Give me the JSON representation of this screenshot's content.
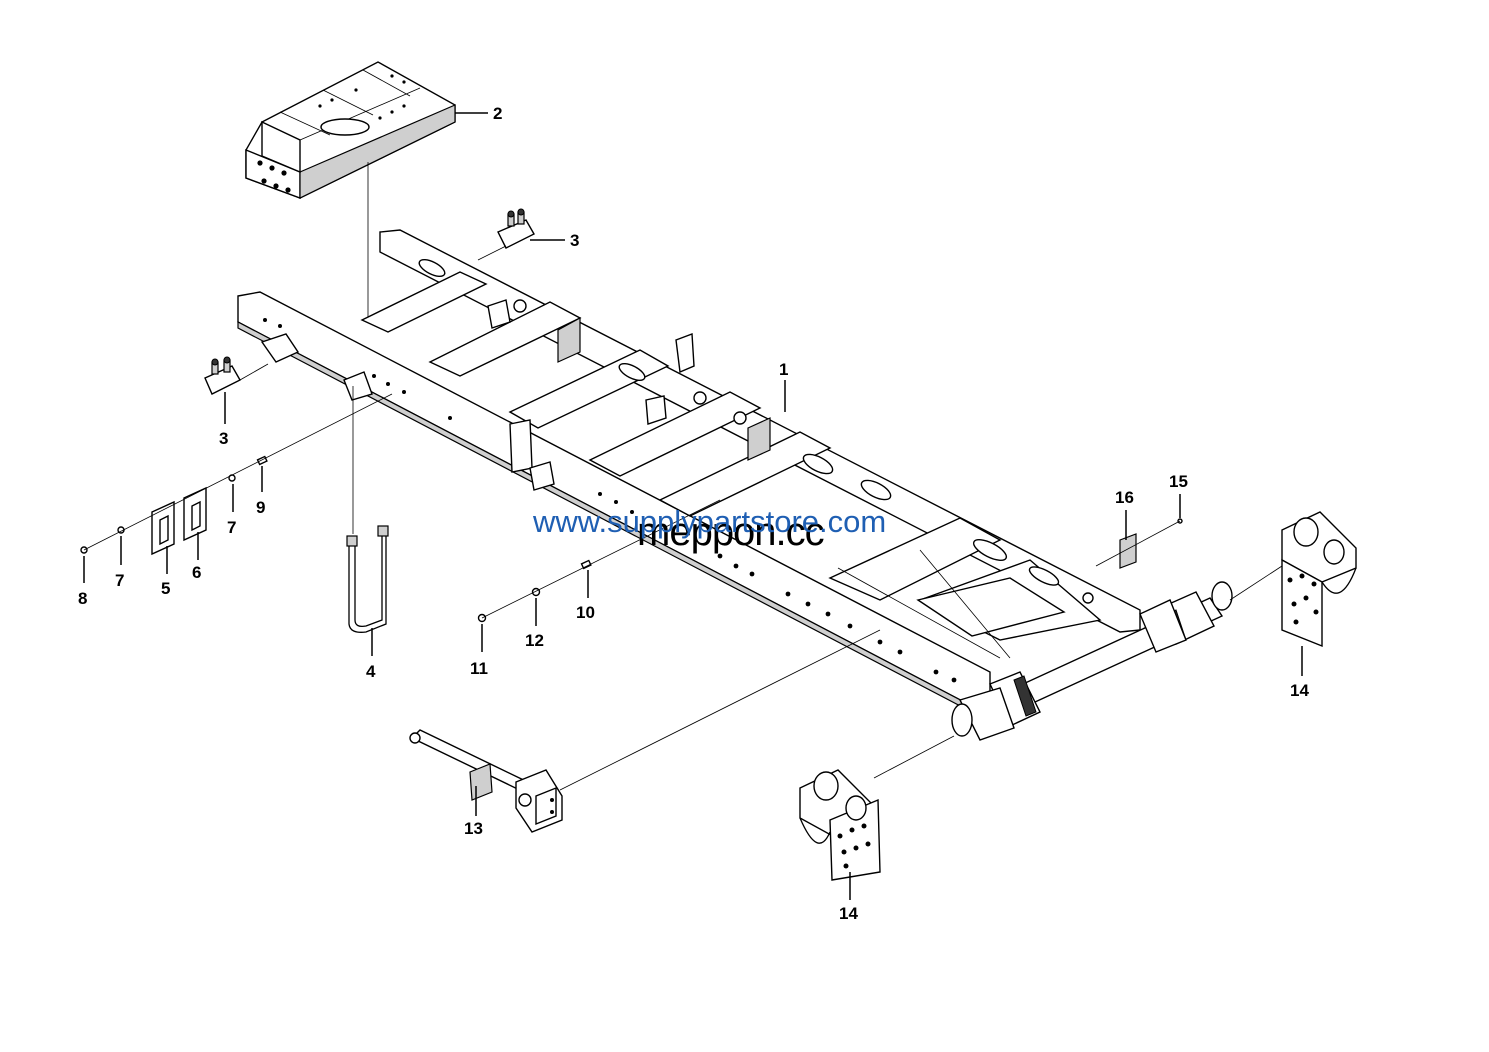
{
  "diagram": {
    "callouts": [
      {
        "id": "c1",
        "label": "1"
      },
      {
        "id": "c2",
        "label": "2"
      },
      {
        "id": "c3a",
        "label": "3"
      },
      {
        "id": "c3b",
        "label": "3"
      },
      {
        "id": "c4",
        "label": "4"
      },
      {
        "id": "c5",
        "label": "5"
      },
      {
        "id": "c6",
        "label": "6"
      },
      {
        "id": "c7a",
        "label": "7"
      },
      {
        "id": "c7b",
        "label": "7"
      },
      {
        "id": "c8",
        "label": "8"
      },
      {
        "id": "c9",
        "label": "9"
      },
      {
        "id": "c10",
        "label": "10"
      },
      {
        "id": "c11",
        "label": "11"
      },
      {
        "id": "c12",
        "label": "12"
      },
      {
        "id": "c13",
        "label": "13"
      },
      {
        "id": "c14a",
        "label": "14"
      },
      {
        "id": "c14b",
        "label": "14"
      },
      {
        "id": "c15",
        "label": "15"
      },
      {
        "id": "c16",
        "label": "16"
      }
    ]
  },
  "watermarks": {
    "site": "www.supplypartstore.com",
    "brand": "meppon.cc"
  }
}
